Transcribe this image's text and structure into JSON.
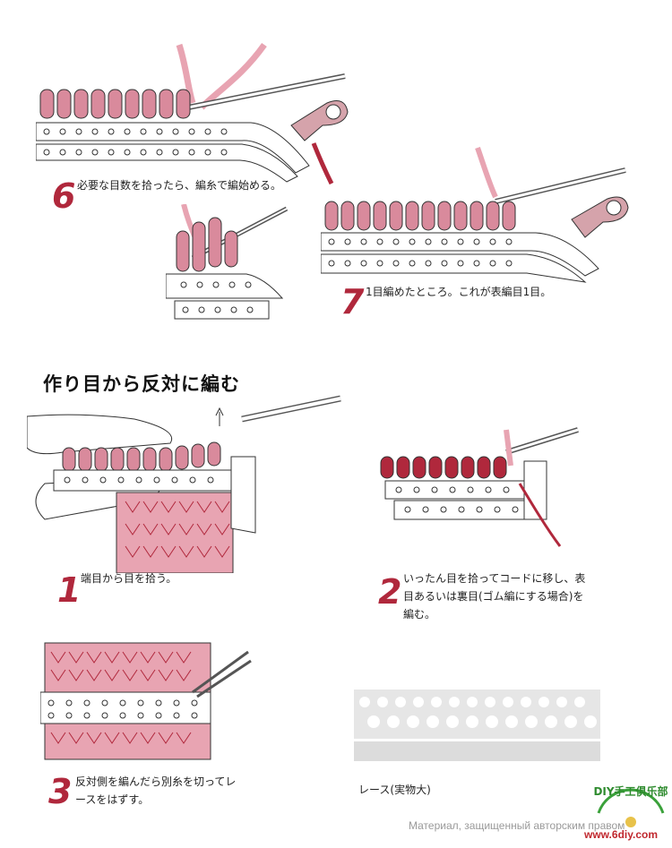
{
  "steps": {
    "s6": {
      "num": "6",
      "text": "必要な目数を拾ったら、編糸で編始める。"
    },
    "s7": {
      "num": "7",
      "text": "1目編めたところ。これが表編目1目。"
    },
    "s1": {
      "num": "1",
      "text": "端目から目を拾う。"
    },
    "s2": {
      "num": "2",
      "line1": "いったん目を拾ってコードに移し、表",
      "line2": "目あるいは裏目(ゴム編にする場合)を",
      "line3": "編む。"
    },
    "s3": {
      "num": "3",
      "line1": "反対側を編んだら別糸を切ってレ",
      "line2": "ースをはずす。"
    }
  },
  "section_heading": "作り目から反対に編む",
  "lace_label": "レース(実物大)",
  "watermark": "Материал, защищенный авторским правом",
  "site": "www.6diy.com",
  "logo_text": "DIY手工俱乐部",
  "colors": {
    "pink": "#d98a9c",
    "dark_pink": "#b0283c",
    "yarn": "#e8a4b2",
    "outline": "#333333"
  }
}
